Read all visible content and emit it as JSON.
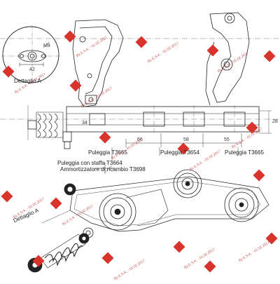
{
  "labels": {
    "detail_a": "Dettaglio A",
    "detail_a_bottom": "Dettaglio A",
    "pulley_1": "Puleggia T3665",
    "pulley_2": "Puleggia T3654",
    "pulley_3": "Puleggia T3665",
    "pulley_with_bracket": "Puleggia con staffa T3664",
    "tensioner": "Ammortizzatore di ricambio T3698"
  },
  "dimensions": {
    "d_m8": "M8",
    "d_42": "42",
    "d_66": "66",
    "d_58": "58",
    "d_55": "55",
    "d_28": "28",
    "d_34": "34"
  },
  "watermark": {
    "text": "By E.S.K. - 01.02.2017"
  },
  "colors": {
    "line": "#222222",
    "watermark": "#cc3333",
    "logo": "#d9342b"
  }
}
